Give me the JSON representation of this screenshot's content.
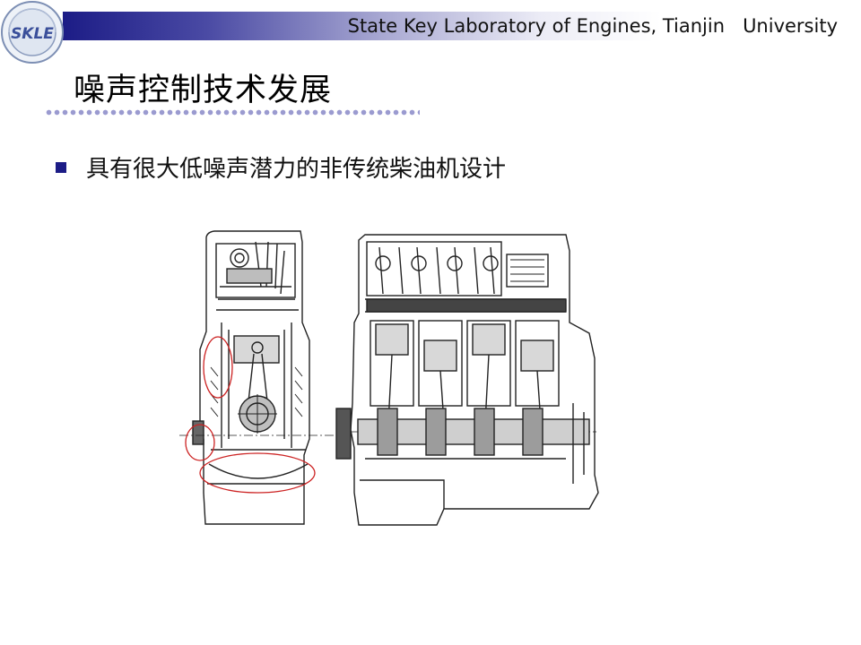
{
  "header": {
    "institution": "State Key Laboratory of Engines, Tianjin   University",
    "logo_text": "SKLE"
  },
  "slide": {
    "title": "噪声控制技术发展",
    "bullets": [
      {
        "text": "具有很大低噪声潜力的非传统柴油机设计"
      }
    ]
  },
  "colors": {
    "accent": "#1c1c86",
    "dots": "#9b9bd0",
    "highlight": "#cc2222"
  }
}
